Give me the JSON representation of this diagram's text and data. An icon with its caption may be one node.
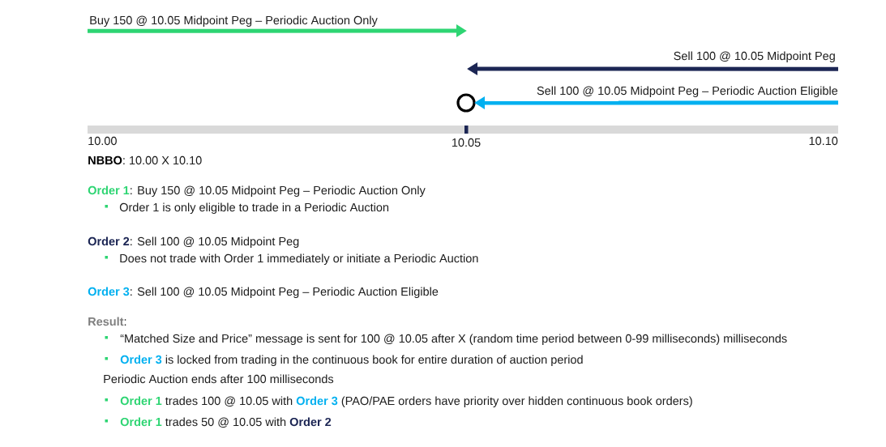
{
  "diagram": {
    "nodes": [
      {
        "text": [
          "Buy 150 @ 10.05 Midpoint Peg – Periodic Auction Only"
        ]
      },
      {
        "text": [
          "Sell 100 @ 10.05 Midpoint Peg"
        ]
      },
      {
        "text": [
          "Sell 100 @ 10.05 Midpoint Peg – Periodic Auction Eligible"
        ]
      },
      {
        "text": [],
        "shape": "circle"
      }
    ],
    "edges": [
      {
        "from": 0,
        "to": null,
        "arrow": "to",
        "color": "#2ed573"
      },
      {
        "from": 1,
        "to": null,
        "arrow": "to",
        "color": "#1c2654"
      },
      {
        "from": 2,
        "to": 3,
        "arrow": "to",
        "color": "#00b0f0"
      }
    ],
    "labels": [
      "10.00",
      "10.05",
      "10.10",
      "**NBBO**: 10.00 X 10.10",
      "**Order 1**: Buy 150 @ 10.05 Midpoint Peg – Periodic Auction Only",
      "Order 1 is only eligible to trade in a Periodic Auction",
      "**Order 2**: Sell 100 @ 10.05 Midpoint Peg",
      "Does not trade with Order 1 immediately or initiate a Periodic Auction",
      "**Order 3**: Sell 100 @ 10.05 Midpoint Peg – Periodic Auction Eligible",
      "**Result**:",
      "“Matched Size and Price” message is sent for 100 @ 10.05 after X (random time period between 0-99 milliseconds) milliseconds",
      "**Order 3** is locked from trading in the continuous book for entire duration of auction period",
      "Periodic Auction ends after 100 milliseconds",
      "**Order 1** trades 100 @ 10.05 with **Order 3** (PAO/PAE orders have priority over hidden continuous book orders)",
      "**Order 1** trades 50 @ 10.05 with **Order 2**"
    ]
  }
}
